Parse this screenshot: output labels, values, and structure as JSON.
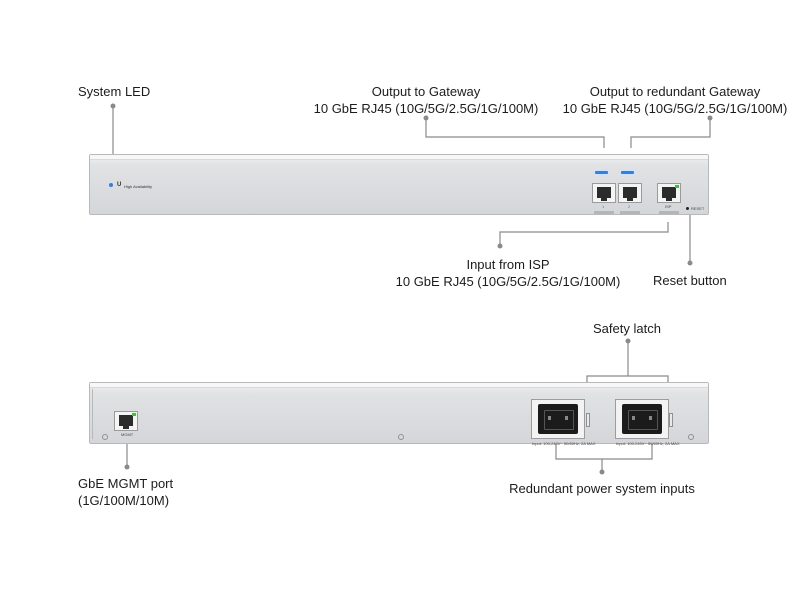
{
  "labels": {
    "system_led": "System LED",
    "output_gateway_title": "Output to Gateway",
    "output_gateway_spec": "10 GbE RJ45 (10G/5G/2.5G/1G/100M)",
    "output_redundant_title": "Output to redundant Gateway",
    "output_redundant_spec": "10 GbE RJ45 (10G/5G/2.5G/1G/100M)",
    "input_isp_title": "Input from ISP",
    "input_isp_spec": "10 GbE RJ45 (10G/5G/2.5G/1G/100M)",
    "reset_button": "Reset button",
    "safety_latch": "Safety latch",
    "mgmt_port_title": "GbE MGMT port",
    "mgmt_port_spec": "(1G/100M/10M)",
    "redundant_power": "Redundant power system inputs"
  },
  "front_panel": {
    "led_label": "High Availability",
    "port_labels": [
      "1",
      "2",
      "ISP"
    ],
    "reset_label": "RESET"
  },
  "rear_panel": {
    "mgmt_label": "MGMT",
    "power_labels": [
      "Input: 100-240V~ 50/60Hz, 2A MAX",
      "Input: 100-240V~ 50/60Hz, 2A MAX"
    ]
  },
  "colors": {
    "accent_blue": "#2e7ff0",
    "port_led_green": "#3cc23c",
    "leader_gray": "#8a8a8a"
  }
}
